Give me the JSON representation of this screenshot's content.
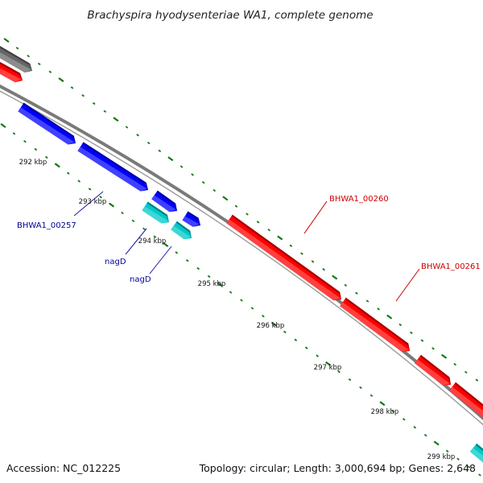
{
  "title": "Brachyspira hyodysenteriae WA1, complete genome",
  "footer": {
    "accession": "Accession: NC_012225",
    "summary": "Topology: circular; Length: 3,000,694 bp; Genes: 2,648"
  },
  "colors": {
    "backbone": "#7a7a7a",
    "tick": "#147814",
    "strand_reverse": "#0000ff",
    "strand_reverse_alt": "#00c8c8",
    "strand_forward": "#ff0000",
    "strand_other": "#666666",
    "label_blue": "#000099",
    "label_red": "#cc0000"
  },
  "ticks": [
    {
      "label": "292 kbp"
    },
    {
      "label": "293 kbp"
    },
    {
      "label": "294 kbp"
    },
    {
      "label": "295 kbp"
    },
    {
      "label": "296 kbp"
    },
    {
      "label": "297 kbp"
    },
    {
      "label": "298 kbp"
    },
    {
      "label": "299 kbp"
    }
  ],
  "gene_labels": [
    {
      "text": "BHWA1_00257"
    },
    {
      "text": "nagD"
    },
    {
      "text": "nagD"
    },
    {
      "text": "BHWA1_00260"
    },
    {
      "text": "BHWA1_00261"
    }
  ]
}
